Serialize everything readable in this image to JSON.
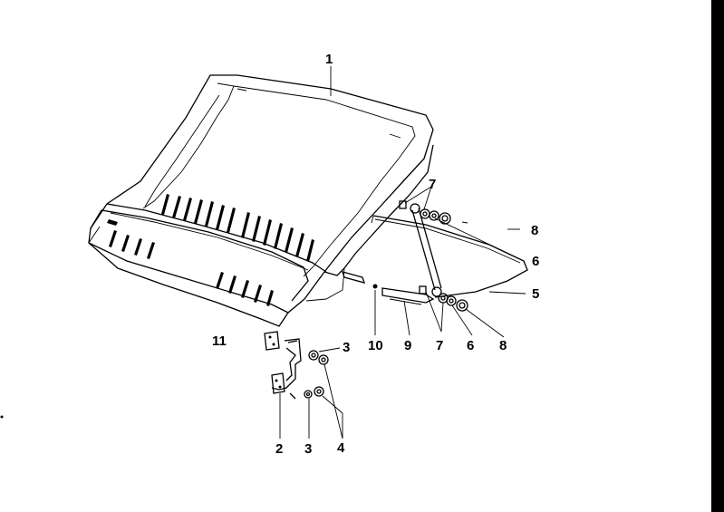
{
  "diagram": {
    "labels": {
      "l1": "1",
      "l2": "2",
      "l3a": "3",
      "l3b": "3",
      "l4": "4",
      "l5": "5",
      "l6a": "6",
      "l6b": "6",
      "l7a": "7",
      "l7b": "7",
      "l8a": "8",
      "l8b": "8",
      "l9": "9",
      "l10": "10",
      "l11": "11"
    }
  }
}
